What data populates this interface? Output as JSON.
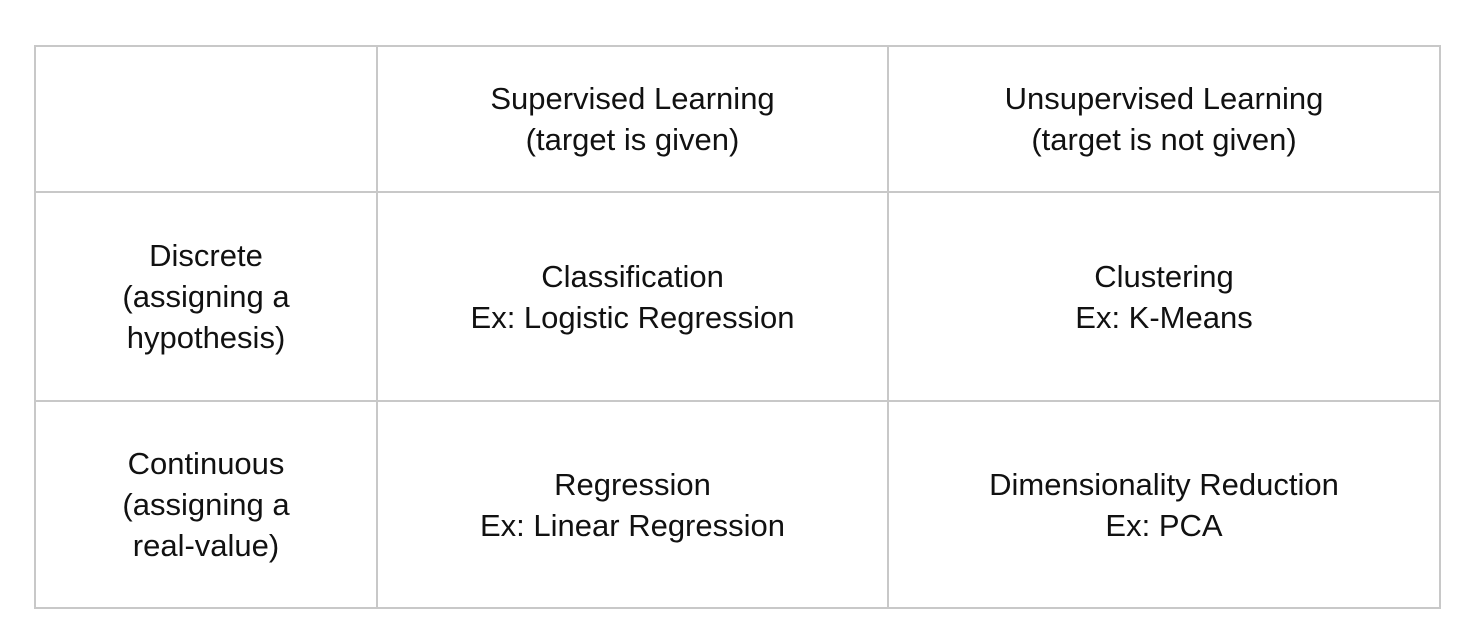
{
  "table": {
    "header": {
      "corner": "",
      "supervised": {
        "line1": "Supervised Learning",
        "line2": "(target is given)"
      },
      "unsupervised": {
        "line1": "Unsupervised Learning",
        "line2": "(target is not given)"
      }
    },
    "rows": [
      {
        "label": {
          "line1": "Discrete",
          "line2": "(assigning a",
          "line3": "hypothesis)"
        },
        "supervised": {
          "line1": "Classification",
          "line2": "Ex: Logistic Regression"
        },
        "unsupervised": {
          "line1": "Clustering",
          "line2": "Ex: K-Means"
        }
      },
      {
        "label": {
          "line1": "Continuous",
          "line2": "(assigning a",
          "line3": "real-value)"
        },
        "supervised": {
          "line1": "Regression",
          "line2": "Ex: Linear Regression"
        },
        "unsupervised": {
          "line1": "Dimensionality Reduction",
          "line2": "Ex: PCA"
        }
      }
    ]
  }
}
